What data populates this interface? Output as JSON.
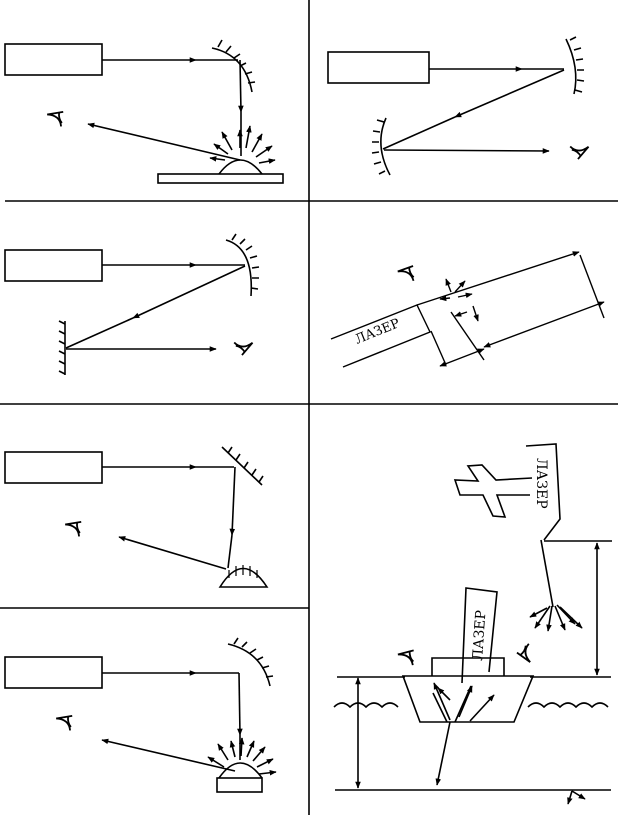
{
  "labels": {
    "laser_panel4": "ЛАЗЕР",
    "laser_aircraft": "ЛАЗЕР",
    "laser_ship": "ЛАЗЕР"
  },
  "colors": {
    "ink": "#000000",
    "background": "#ffffff"
  },
  "icons": [
    "eye-icon",
    "mirror-hatch-icon",
    "aircraft-icon",
    "water-wave-icon"
  ]
}
